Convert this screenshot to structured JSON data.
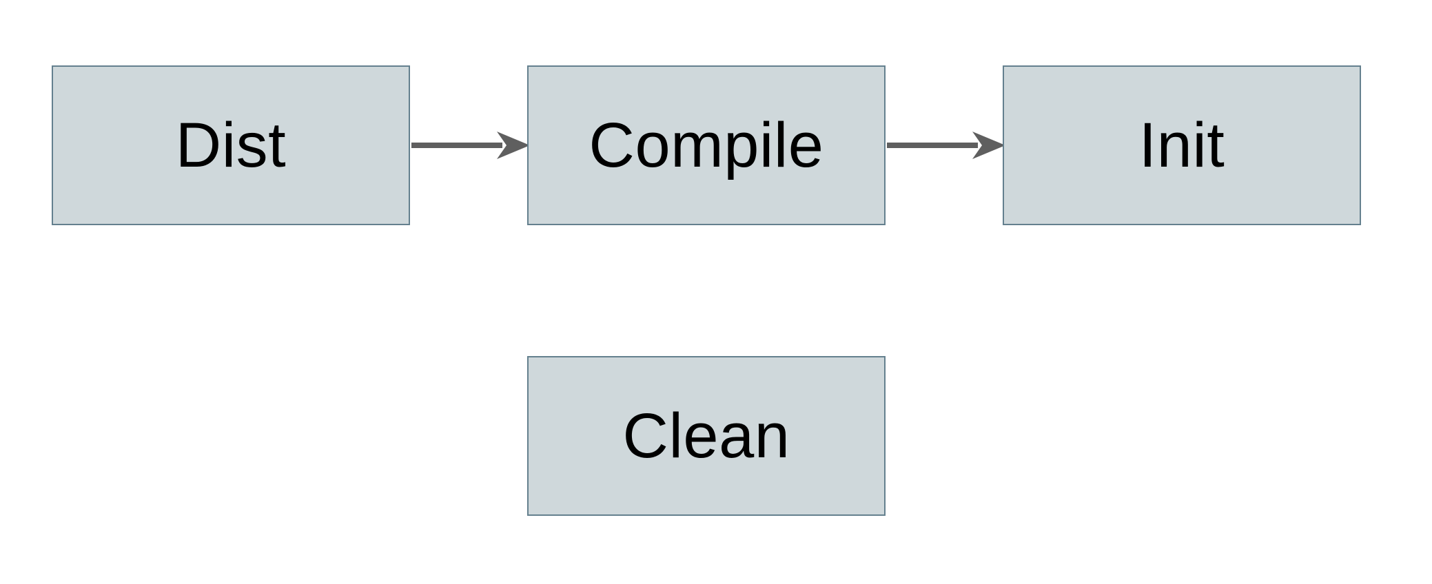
{
  "diagram": {
    "type": "flowchart",
    "nodes": [
      {
        "id": "dist",
        "label": "Dist"
      },
      {
        "id": "compile",
        "label": "Compile"
      },
      {
        "id": "init",
        "label": "Init"
      },
      {
        "id": "clean",
        "label": "Clean"
      }
    ],
    "edges": [
      {
        "from": "Dist",
        "to": "Compile",
        "style": "arrow-right"
      },
      {
        "from": "Compile",
        "to": "Init",
        "style": "arrow-right"
      }
    ],
    "colors": {
      "node_fill": "#cfd8db",
      "node_border": "#64808e",
      "arrow": "#5f5f5f",
      "text": "#000000",
      "background": "#ffffff"
    }
  }
}
